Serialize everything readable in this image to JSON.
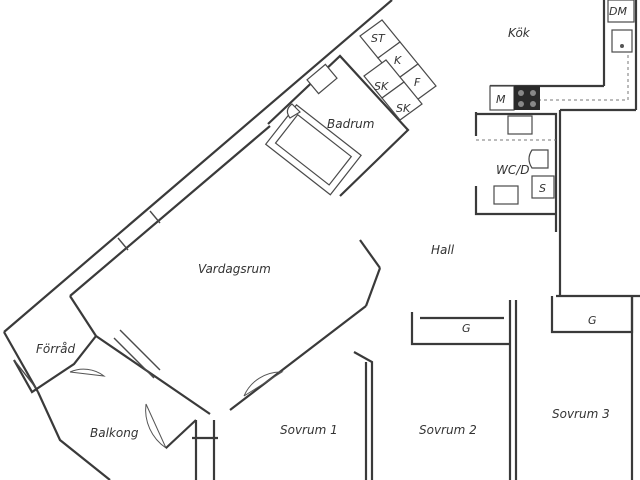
{
  "rooms": {
    "kok": "Kök",
    "badrum": "Badrum",
    "wcd": "WC/D",
    "hall": "Hall",
    "vardagsrum": "Vardagsrum",
    "forrad": "Förråd",
    "balkong": "Balkong",
    "sovrum1": "Sovrum 1",
    "sovrum2": "Sovrum 2",
    "sovrum3": "Sovrum 3"
  },
  "fixtures": {
    "dm": "DM",
    "st": "ST",
    "k": "K",
    "f": "F",
    "sk1": "SK",
    "sk2": "SK",
    "m": "M",
    "s": "S",
    "g_sovrum2": "G",
    "g_sovrum3": "G"
  }
}
